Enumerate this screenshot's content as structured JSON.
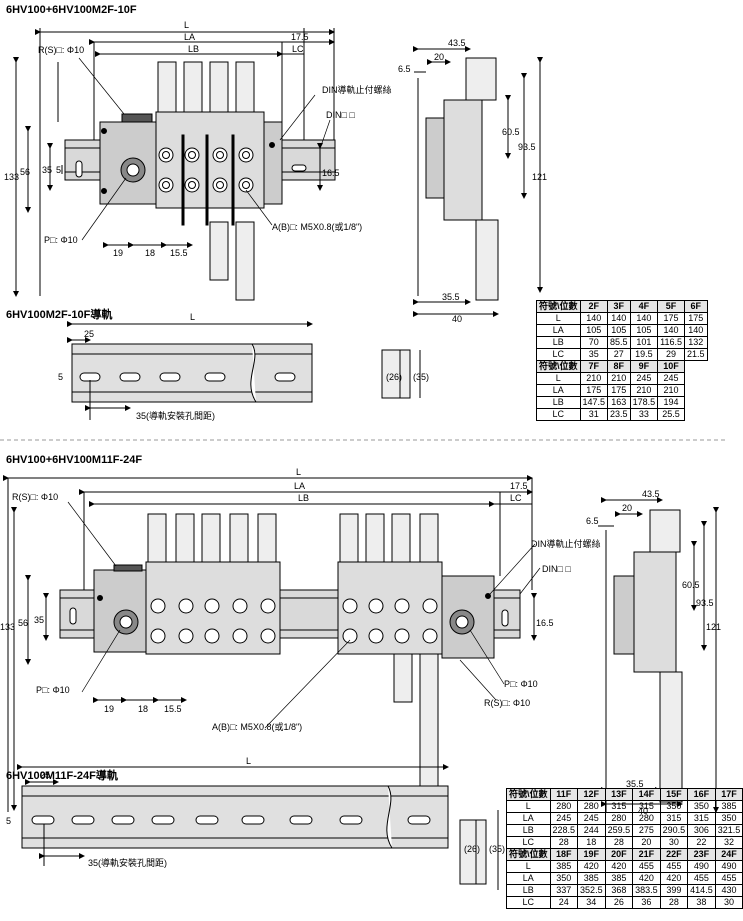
{
  "titles": {
    "sec1": "6HV100+6HV100M2F-10F",
    "sec1_rail": "6HV100M2F-10F導軌",
    "sec2": "6HV100+6HV100M11F-24F",
    "sec2_rail": "6HV100M11F-24F導軌"
  },
  "dims": {
    "L": "L",
    "LA": "LA",
    "LB": "LB",
    "LC": "LC",
    "d17_5": "17.5",
    "rs": "R(S)□: Φ10",
    "p": "P□: Φ10",
    "ab": "A(B)□: M5X0.8(或1/8\")",
    "din_screw": "DIN導軌止付螺絲",
    "din": "DIN□ □",
    "d133": "133",
    "d56": "56",
    "d35": "35",
    "d5": "5",
    "d19": "19",
    "d18": "18",
    "d15_5": "15.5",
    "d16_5": "16.5",
    "d43_5": "43.5",
    "d20": "20",
    "d6_5": "6.5",
    "d60_5": "60.5",
    "d93_5": "93.5",
    "d121": "121",
    "d35_5": "35.5",
    "d40": "40",
    "d25": "25",
    "d26": "(26)",
    "d35p": "(35)",
    "rail_pitch": "35(導軌安裝孔間距)"
  },
  "table1": {
    "blocks": [
      {
        "header": [
          "符號\\位數",
          "2F",
          "3F",
          "4F",
          "5F",
          "6F"
        ],
        "rows": [
          [
            "L",
            "140",
            "140",
            "140",
            "175",
            "175"
          ],
          [
            "LA",
            "105",
            "105",
            "105",
            "140",
            "140"
          ],
          [
            "LB",
            "70",
            "85.5",
            "101",
            "116.5",
            "132"
          ],
          [
            "LC",
            "35",
            "27",
            "19.5",
            "29",
            "21.5"
          ]
        ]
      },
      {
        "header": [
          "符號\\位數",
          "7F",
          "8F",
          "9F",
          "10F"
        ],
        "rows": [
          [
            "L",
            "210",
            "210",
            "245",
            "245"
          ],
          [
            "LA",
            "175",
            "175",
            "210",
            "210"
          ],
          [
            "LB",
            "147.5",
            "163",
            "178.5",
            "194"
          ],
          [
            "LC",
            "31",
            "23.5",
            "33",
            "25.5"
          ]
        ]
      }
    ]
  },
  "table2": {
    "blocks": [
      {
        "header": [
          "符號\\位數",
          "11F",
          "12F",
          "13F",
          "14F",
          "15F",
          "16F",
          "17F"
        ],
        "rows": [
          [
            "L",
            "280",
            "280",
            "315",
            "315",
            "350",
            "350",
            "385"
          ],
          [
            "LA",
            "245",
            "245",
            "280",
            "280",
            "315",
            "315",
            "350"
          ],
          [
            "LB",
            "228.5",
            "244",
            "259.5",
            "275",
            "290.5",
            "306",
            "321.5"
          ],
          [
            "LC",
            "28",
            "18",
            "28",
            "20",
            "30",
            "22",
            "32"
          ]
        ]
      },
      {
        "header": [
          "符號\\位數",
          "18F",
          "19F",
          "20F",
          "21F",
          "22F",
          "23F",
          "24F"
        ],
        "rows": [
          [
            "L",
            "385",
            "420",
            "420",
            "455",
            "455",
            "490",
            "490"
          ],
          [
            "LA",
            "350",
            "385",
            "385",
            "420",
            "420",
            "455",
            "455"
          ],
          [
            "LB",
            "337",
            "352.5",
            "368",
            "383.5",
            "399",
            "414.5",
            "430"
          ],
          [
            "LC",
            "24",
            "34",
            "26",
            "36",
            "28",
            "38",
            "30"
          ]
        ]
      }
    ]
  }
}
